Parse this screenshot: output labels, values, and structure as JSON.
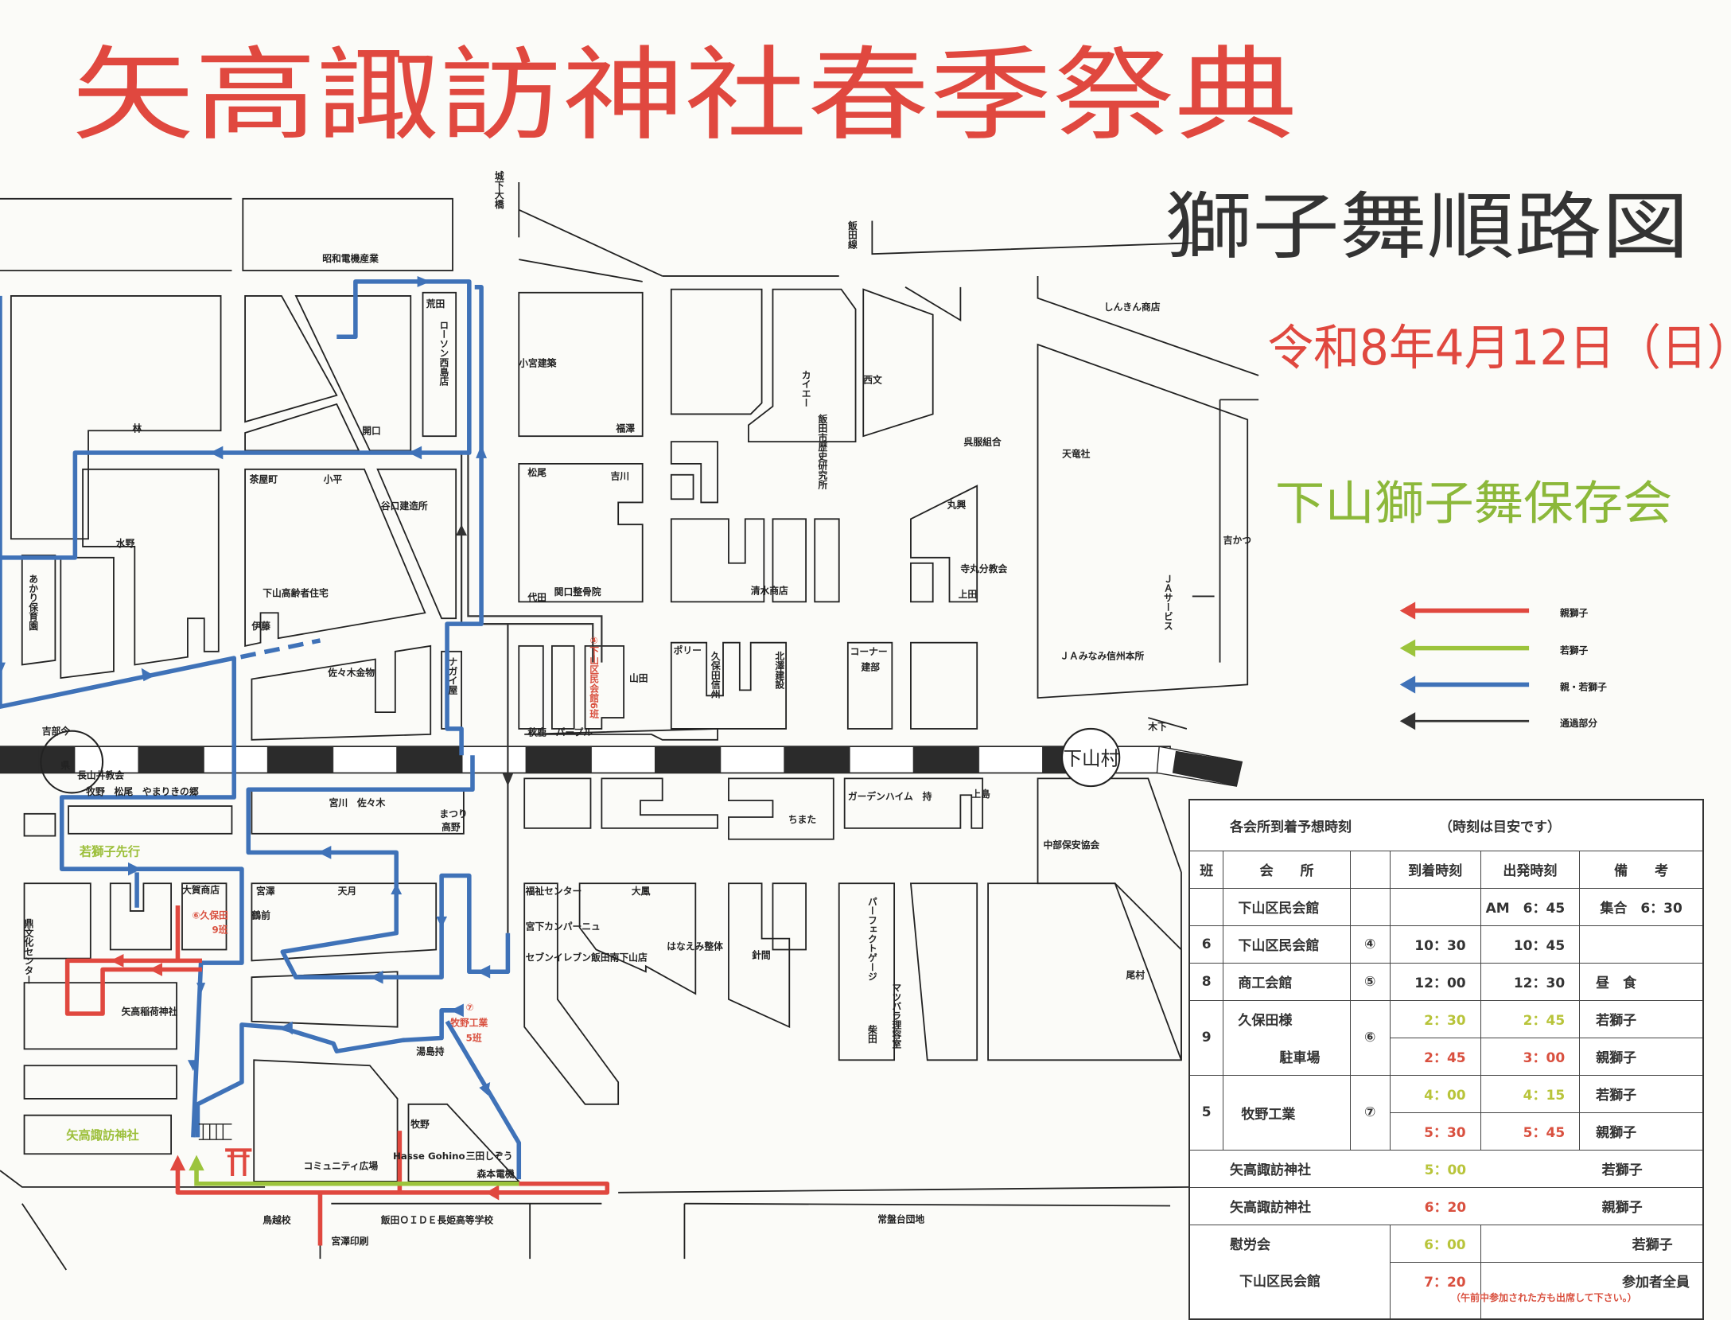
{
  "title": "矢高諏訪神社春季祭典",
  "subtitle": "獅子舞順路図",
  "date": "令和8年4月12日（日）",
  "organizer": "下山獅子舞保存会",
  "colors": {
    "title": "#e0483f",
    "oya": "#e0483f",
    "waka": "#9cc43c",
    "both": "#3f72b8",
    "pass": "#333333"
  },
  "legend": [
    {
      "label": "親獅子",
      "color": "#e0483f"
    },
    {
      "label": "若獅子",
      "color": "#9cc43c"
    },
    {
      "label": "親・若獅子",
      "color": "#3f72b8"
    },
    {
      "label": "通過部分",
      "color": "#333333"
    }
  ],
  "map": {
    "stations": [
      "県",
      "下山村"
    ],
    "labels": [
      "昭和電機産業",
      "荒田",
      "ローソン西島店",
      "林",
      "開口",
      "茶屋町",
      "小平",
      "谷口建造所",
      "水野",
      "あかり保育園",
      "下山高齢者住宅",
      "伊藤",
      "佐々木金物",
      "小宮建築",
      "福澤",
      "松尾",
      "吉川",
      "代田",
      "関口整骨院",
      "秋鹿　パープル",
      "山田",
      "ポリー",
      "コーナー",
      "建部",
      "ＪＡみなみ信州本所",
      "天竜社",
      "呉服組合",
      "丸興",
      "寺丸分教会",
      "上田",
      "しんきん商店",
      "カイエー",
      "西文",
      "清水商店",
      "吉部今",
      "長山井教会",
      "牧野　松尾　やまりきの郷",
      "宮川　佐々木",
      "まつり",
      "高野",
      "若獅子先行",
      "大賀商店",
      "⑥久保田",
      "9班",
      "宮澤",
      "天月",
      "鶴前",
      "矢高稲荷神社",
      "⑦",
      "牧野工業",
      "5班",
      "湯島持",
      "牧野",
      "矢高諏訪神社",
      "コミュニティ広場",
      "Hasse Gohino",
      "三田しぞう",
      "森本電機",
      "鳥越校",
      "飯田ＯＩＤＥ長姫高等学校",
      "宮澤印刷",
      "福祉センター",
      "宮下カンパーニュ",
      "セブンイレブン飯田南下山店",
      "大鳳",
      "はなえみ整体",
      "針間",
      "パーフェクトゲージ",
      "マツバラ理容室",
      "柴田",
      "ちまた",
      "ガーデンハイム　持",
      "上島",
      "中部保安協会",
      "尾村",
      "常盤台団地",
      "木下",
      "吉かつ",
      "城下大橋",
      "飯田線",
      "④下山区民会館6班",
      "ナガイ屋",
      "鼎文化センター",
      "飯田市歴史研究所",
      "ＪＡサービス",
      "久保田信州",
      "北澤建設"
    ]
  },
  "schedule": {
    "title": "各会所到着予想時刻",
    "title_note": "（時刻は目安です）",
    "headers": [
      "班",
      "会　　所",
      "",
      "到着時刻",
      "出発時刻",
      "備　　考"
    ],
    "rows": [
      {
        "han": "",
        "place": "下山区民会館",
        "mark": "",
        "arrive": "",
        "depart": "AM　6：45",
        "note": "集合　6：30"
      },
      {
        "han": "6",
        "place": "下山区民会館",
        "mark": "④",
        "arrive": "10：30",
        "depart": "10：45",
        "note": ""
      },
      {
        "han": "8",
        "place": "商工会館",
        "mark": "⑤",
        "arrive": "12：00",
        "depart": "12：30",
        "note": "昼　食"
      },
      {
        "han": "9",
        "place": "久保田様",
        "place2": "駐車場",
        "mark": "⑥",
        "arrive": "2：30",
        "depart": "2：45",
        "note": "若獅子",
        "arrive2": "2：45",
        "depart2": "3：00",
        "note2": "親獅子"
      },
      {
        "han": "5",
        "place": "牧野工業",
        "mark": "⑦",
        "arrive": "4：00",
        "depart": "4：15",
        "note": "若獅子",
        "arrive2": "5：30",
        "depart2": "5：45",
        "note2": "親獅子"
      }
    ],
    "shrine": [
      {
        "place": "矢高諏訪神社",
        "arrive": "5：00",
        "note": "若獅子"
      },
      {
        "place": "矢高諏訪神社",
        "arrive": "6：20",
        "note": "親獅子"
      }
    ],
    "party": {
      "place": "慰労会",
      "place2": "下山区民会館",
      "arrive": "6：00",
      "note": "若獅子",
      "arrive2": "7：20",
      "note2": "参加者全員",
      "footnote": "（午前中参加された方も出席して下さい。）"
    }
  }
}
